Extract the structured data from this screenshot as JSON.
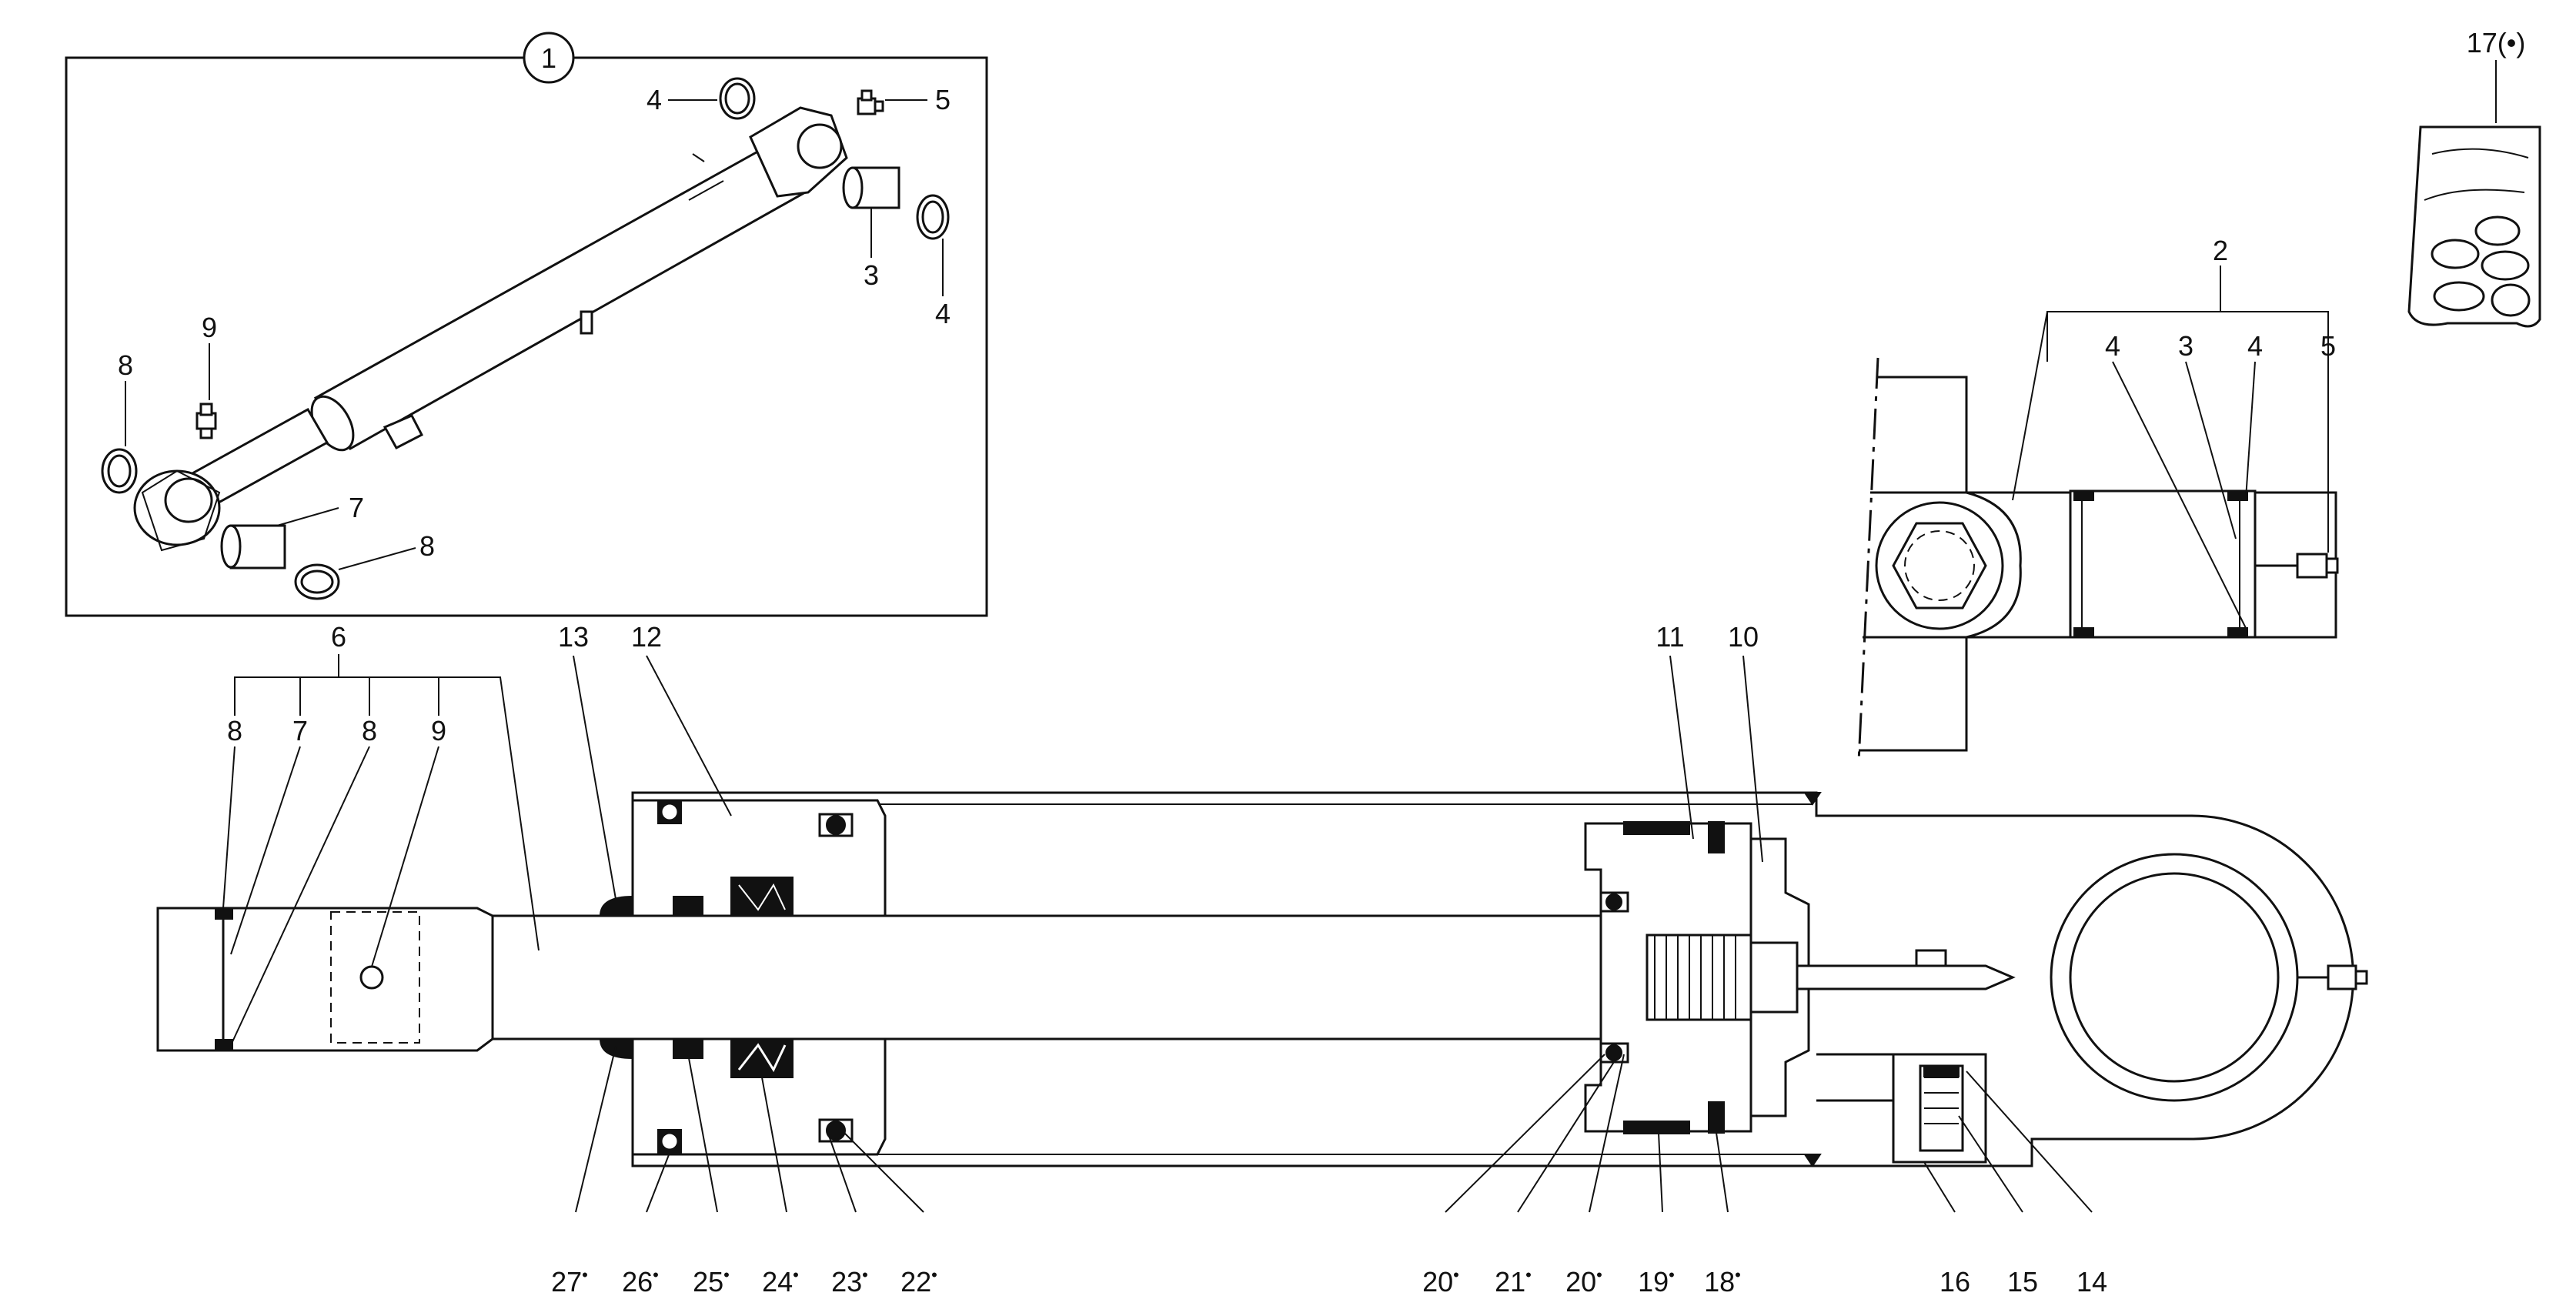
{
  "callouts": {
    "assembly": "1",
    "kit": "17(•)",
    "top_inset": {
      "seal_4a": "4",
      "fitting_5": "5",
      "bushing_3": "3",
      "seal_4b": "4",
      "fitting_9": "9",
      "seal_8a": "8",
      "bushing_7": "7",
      "seal_8b": "8"
    },
    "eye_group": {
      "group": "2",
      "c4a": "4",
      "c3": "3",
      "c4b": "4",
      "c5": "5"
    },
    "rod_group": {
      "group": "6",
      "c8a": "8",
      "c7": "7",
      "c8b": "8",
      "c9": "9"
    },
    "top_row": {
      "c13": "13",
      "c12": "12",
      "c11": "11",
      "c10": "10"
    },
    "bottom_row": [
      {
        "num": "27",
        "mark": "•"
      },
      {
        "num": "26",
        "mark": "•"
      },
      {
        "num": "25",
        "mark": "•"
      },
      {
        "num": "24",
        "mark": "•"
      },
      {
        "num": "23",
        "mark": "•"
      },
      {
        "num": "22",
        "mark": "•"
      },
      {
        "num": "20",
        "mark": "•"
      },
      {
        "num": "21",
        "mark": "•"
      },
      {
        "num": "20",
        "mark": "•"
      },
      {
        "num": "19",
        "mark": "•"
      },
      {
        "num": "18",
        "mark": "•"
      },
      {
        "num": "16",
        "mark": ""
      },
      {
        "num": "15",
        "mark": ""
      },
      {
        "num": "14",
        "mark": ""
      }
    ]
  }
}
